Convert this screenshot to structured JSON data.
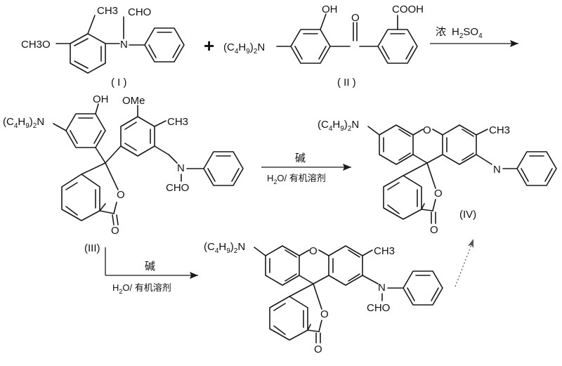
{
  "scheme": {
    "plus": "+",
    "reaction1": {
      "reagent_char": "浓",
      "reagent_h": "H",
      "reagent_sub2": "2",
      "reagent_so": "SO",
      "reagent_sub4": "4"
    },
    "reaction2": {
      "base": "碱",
      "solvent_h": "H",
      "solvent_sub": "2",
      "solvent_rest": "O/ 有机溶剂"
    },
    "reaction3": {
      "base": "碱",
      "solvent_h": "H",
      "solvent_sub": "2",
      "solvent_rest": "O/ 有机溶剂"
    },
    "compound_I": {
      "label": "( I )",
      "substituent_ch3": "CH3",
      "methoxy": "CH3O",
      "cho": "CHO",
      "nitrogen": "N"
    },
    "compound_II": {
      "label": "( II )",
      "oh": "OH",
      "cooh": "COOH",
      "carbonyl_o": "O",
      "amine_prefix": "(C",
      "amine_sub4": "4",
      "amine_h": "H",
      "amine_sub9": "9",
      "amine_close": ")",
      "amine_sub2": "2",
      "amine_n": "N"
    },
    "compound_III": {
      "label": "(III)",
      "oh": "OH",
      "ome": "OMe",
      "ch3": "CH3",
      "cho": "CHO",
      "n": "N",
      "lactone_o": "O",
      "carbonyl_o": "O"
    },
    "compound_IV": {
      "label": "(IV)",
      "xanthene_o": "O",
      "ch3": "CH3",
      "n": "N",
      "lactone_o": "O",
      "carbonyl_o": "O"
    },
    "compound_V": {
      "xanthene_o": "O",
      "ch3": "CH3",
      "n": "N",
      "cho": "CHO",
      "lactone_o": "O",
      "carbonyl_o": "O"
    }
  }
}
